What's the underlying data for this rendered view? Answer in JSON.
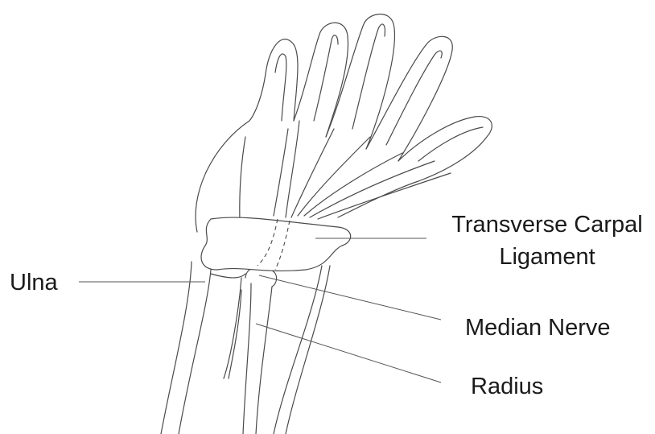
{
  "labels": {
    "ulna": "Ulna",
    "transverse_carpal_ligament_line1": "Transverse Carpal",
    "transverse_carpal_ligament_line2": "Ligament",
    "median_nerve": "Median Nerve",
    "radius": "Radius"
  },
  "colors": {
    "line": "#4a4a4a",
    "text": "#1a1a1a",
    "background": "#ffffff"
  }
}
